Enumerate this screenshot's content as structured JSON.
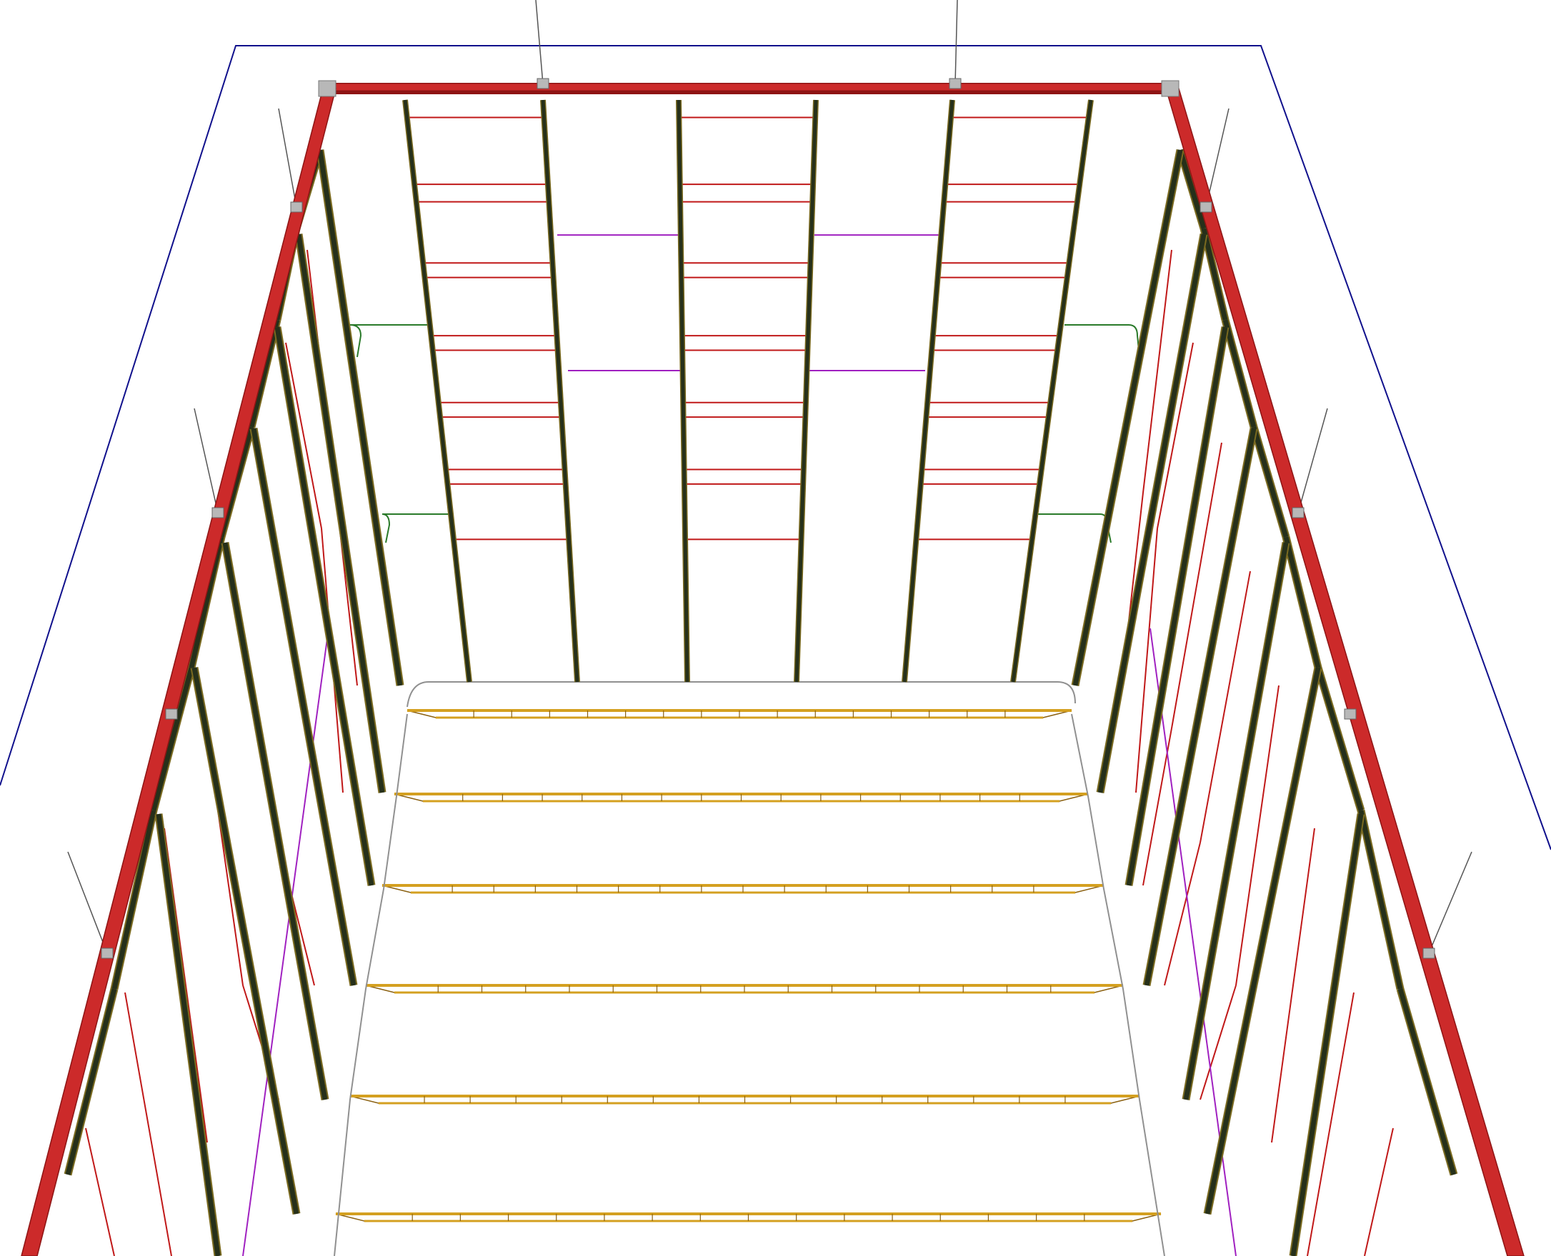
{
  "view": {
    "kind": "3d-structural-model",
    "projection": "perspective",
    "camera": "top-down"
  },
  "colors": {
    "background": "#ffffff",
    "boundary": "#10108c",
    "main_frame": "#cc2a2a",
    "main_frame_dark": "#8e1414",
    "column": "#26301a",
    "column_edge": "#7a6a20",
    "brace": "#c01818",
    "diagonal": "#a020c0",
    "floor_beam": "#d4a020",
    "floor_beam_edge": "#8a6010",
    "rail_green": "#2a7a2a",
    "rail_grey": "#909090",
    "hanger": "#555555",
    "bracket": "#b8b8b8"
  },
  "model": {
    "floor_levels": 7,
    "back_wall_column_pairs": 3,
    "side_wall_columns_per_level": 2,
    "hanger_count": 8
  }
}
